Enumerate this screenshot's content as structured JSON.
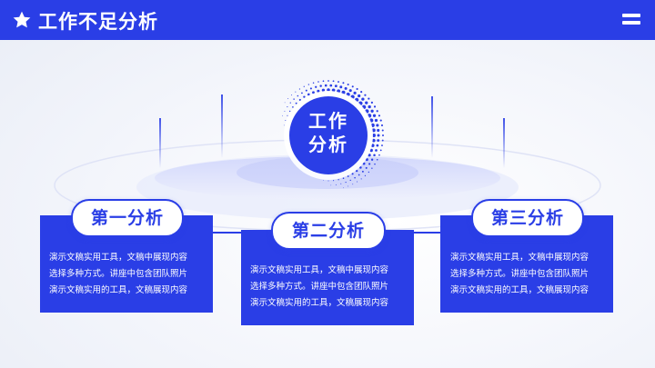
{
  "header": {
    "title": "工作不足分析",
    "star_icon": "star-icon",
    "menu_icon": "menu-icon"
  },
  "center": {
    "line1": "工作",
    "line2": "分析"
  },
  "cards": [
    {
      "title": "第一分析",
      "lines": [
        "演示文稿实用工具，文稿中展现内容",
        "选择多种方式。讲座中包含团队照片",
        "演示文稿实用的工具，文稿展现内容"
      ]
    },
    {
      "title": "第二分析",
      "lines": [
        "演示文稿实用工具，文稿中展现内容",
        "选择多种方式。讲座中包含团队照片",
        "演示文稿实用的工具，文稿展现内容"
      ]
    },
    {
      "title": "第三分析",
      "lines": [
        "演示文稿实用工具，文稿中展现内容",
        "选择多种方式。讲座中包含团队照片",
        "演示文稿实用的工具，文稿展现内容"
      ]
    }
  ],
  "colors": {
    "accent": "#2a3ee6",
    "background": "#f4f6fb"
  }
}
